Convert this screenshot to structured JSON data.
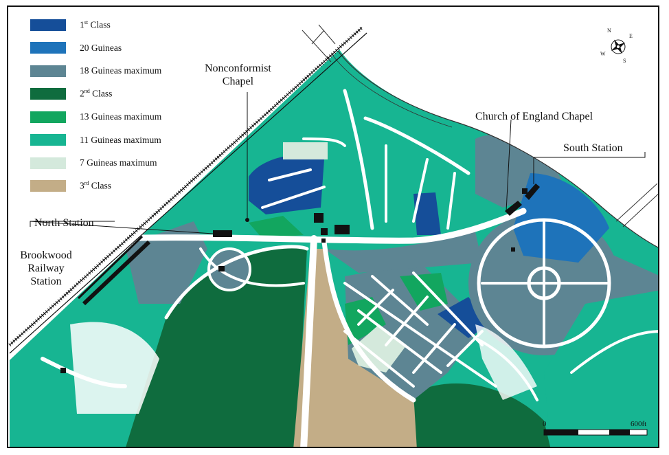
{
  "legend": {
    "items": [
      {
        "ord": "1",
        "sup": "st",
        "label": " Class",
        "color": "#154e99"
      },
      {
        "ord": "",
        "sup": "",
        "label": "20 Guineas",
        "color": "#1e73ba"
      },
      {
        "ord": "",
        "sup": "",
        "label": "18 Guineas maximum",
        "color": "#5d8593"
      },
      {
        "ord": "2",
        "sup": "nd",
        "label": " Class",
        "color": "#0f6c3e"
      },
      {
        "ord": "",
        "sup": "",
        "label": "13 Guineas maximum",
        "color": "#12a65f"
      },
      {
        "ord": "",
        "sup": "",
        "label": "11 Guineas maximum",
        "color": "#17b592"
      },
      {
        "ord": "",
        "sup": "",
        "label": "7 Guineas maximum",
        "color": "#d4e9dc"
      },
      {
        "ord": "3",
        "sup": "rd",
        "label": " Class",
        "color": "#c3ad87"
      }
    ]
  },
  "labels": {
    "nonconformist_1": "Nonconformist",
    "nonconformist_2": "Chapel",
    "coe_chapel": "Church of England Chapel",
    "south_station": "South Station",
    "north_station": "North Station",
    "brookwood_1": "Brookwood",
    "brookwood_2": "Railway",
    "brookwood_3": "Station"
  },
  "compass": {
    "n": "N",
    "e": "E",
    "s": "S",
    "w": "W"
  },
  "scale": {
    "start": "0",
    "end": "600ft"
  }
}
